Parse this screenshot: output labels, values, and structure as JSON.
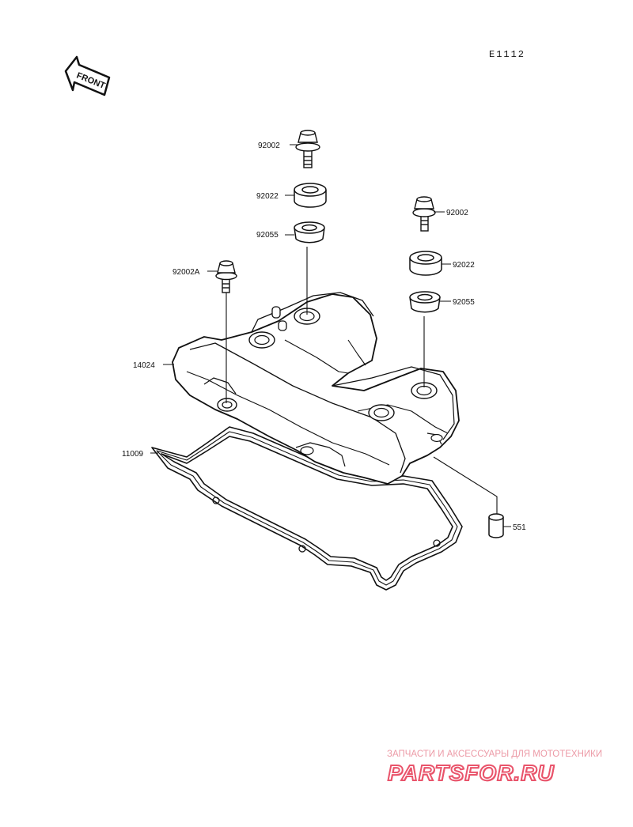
{
  "diagram_code": "E1112",
  "front_arrow": {
    "text": "FRONT",
    "icon": "front-direction-arrow-icon"
  },
  "parts": {
    "bolt_top": "92002",
    "washer_top": "92022",
    "grommet_top": "92055",
    "bolt_right": "92002",
    "washer_right": "92022",
    "grommet_right": "92055",
    "bolt_left": "92002A",
    "cover": "14024",
    "gasket": "11009",
    "dowel": "551"
  },
  "watermark": {
    "tagline": "ЗАПЧАСТИ И АКСЕССУАРЫ ДЛЯ МОТОТЕХНИКИ",
    "logo": "PARTSFOR.RU",
    "colors": {
      "tagline": "#ec9aa6",
      "logo": "#e9546b"
    }
  }
}
